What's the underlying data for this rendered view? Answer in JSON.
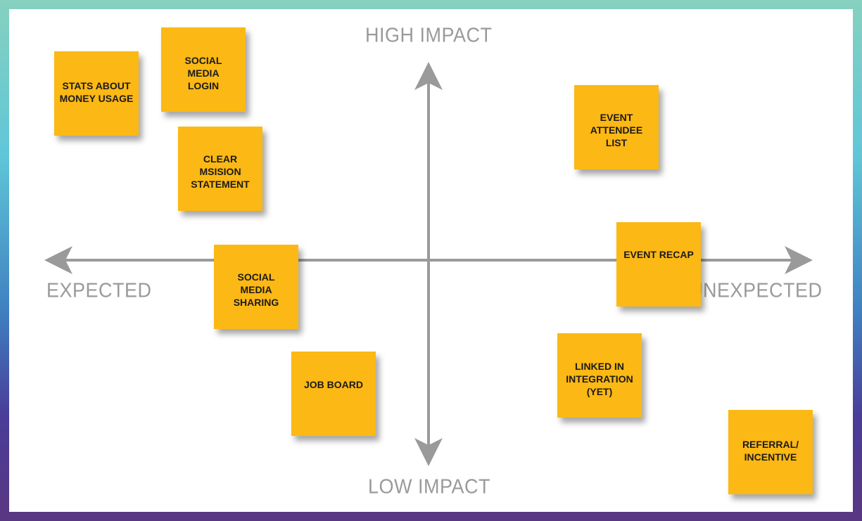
{
  "axes": {
    "top": "HIGH IMPACT",
    "bottom": "LOW IMPACT",
    "left": "EXPECTED",
    "right": "UNEXPECTED",
    "color": "#9a9a9a"
  },
  "notes": {
    "stats_money": "STATS ABOUT MONEY USAGE",
    "social_login": "SOCIAL MEDIA LOGIN",
    "mission": "CLEAR MSISION STATEMENT",
    "social_sharing": "SOCIAL MEDIA SHARING",
    "job_board": "JOB BOARD",
    "attendee_list": "EVENT ATTENDEE LIST",
    "event_recap": "EVENT RECAP",
    "linkedin": "LINKED IN INTEGRATION (YET)",
    "referral": "REFERRAL/ INCENTIVE"
  },
  "colors": {
    "note": "#fcb814",
    "frame_gradient": [
      "#86d1bf",
      "#5fc6d8",
      "#3f7fc0",
      "#4a3c98",
      "#5a3782"
    ]
  }
}
